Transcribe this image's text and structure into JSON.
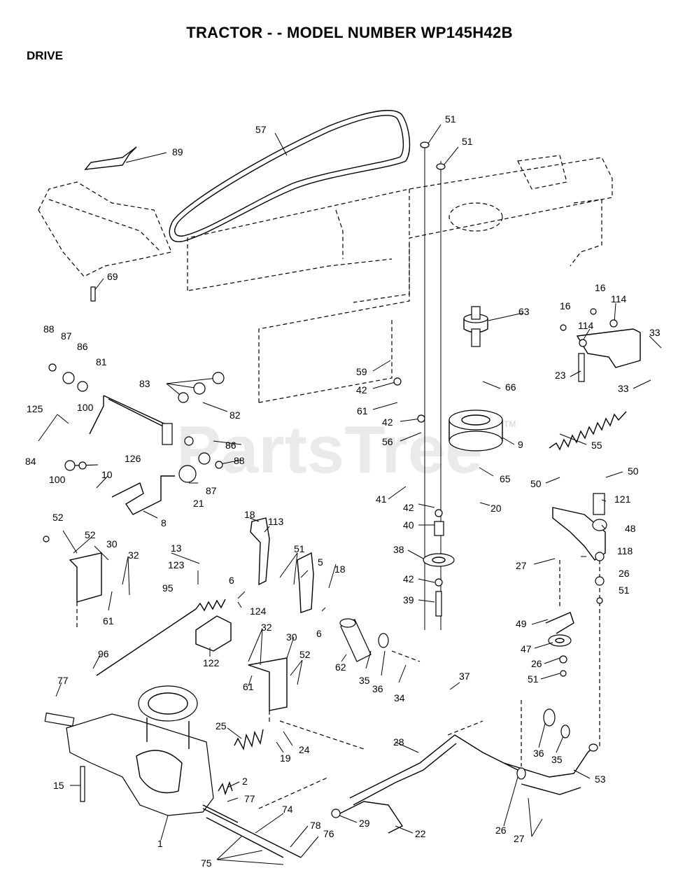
{
  "header": {
    "title": "TRACTOR - - MODEL NUMBER WP145H42B",
    "section": "DRIVE"
  },
  "watermark": {
    "text": "PartsTree",
    "tm": "TM",
    "color": "#d9d9d9"
  },
  "callouts": [
    "57",
    "51",
    "51",
    "89",
    "69",
    "63",
    "16",
    "16",
    "114",
    "114",
    "33",
    "23",
    "33",
    "88",
    "87",
    "86",
    "81",
    "83",
    "82",
    "59",
    "42",
    "61",
    "66",
    "42",
    "56",
    "9",
    "55",
    "125",
    "100",
    "84",
    "100",
    "126",
    "86",
    "87",
    "88",
    "10",
    "21",
    "8",
    "41",
    "42",
    "65",
    "20",
    "50",
    "50",
    "121",
    "48",
    "118",
    "27",
    "26",
    "51",
    "52",
    "52",
    "30",
    "32",
    "61",
    "18",
    "113",
    "51",
    "5",
    "18",
    "13",
    "123",
    "6",
    "6",
    "95",
    "124",
    "122",
    "40",
    "38",
    "42",
    "39",
    "49",
    "47",
    "26",
    "51",
    "62",
    "35",
    "36",
    "34",
    "32",
    "30",
    "52",
    "61",
    "96",
    "77",
    "37",
    "25",
    "19",
    "24",
    "28",
    "36",
    "35",
    "53",
    "2",
    "77",
    "15",
    "1",
    "74",
    "78",
    "76",
    "75",
    "29",
    "22",
    "26",
    "27"
  ]
}
